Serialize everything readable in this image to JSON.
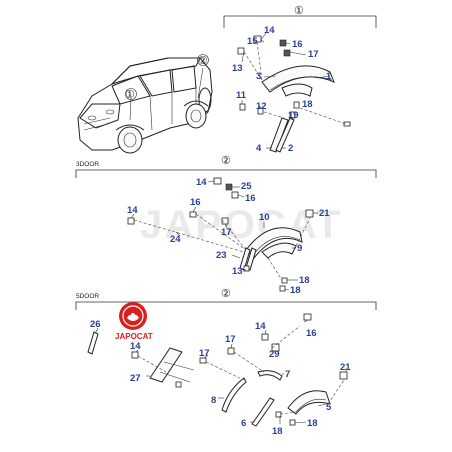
{
  "watermark": "JAPOCAT",
  "logo": {
    "text": "JAPOCAT",
    "color": "#d9201e"
  },
  "colors": {
    "callout": "#2b3f97",
    "line": "#222222"
  },
  "sections": [
    {
      "label": "",
      "ref": "①"
    },
    {
      "label": "3DOOR",
      "ref": "②"
    },
    {
      "label": "5DOOR",
      "ref": "②"
    }
  ],
  "vehicle_refs": [
    "①",
    "②"
  ],
  "callouts": {
    "s1": [
      "14",
      "15",
      "16",
      "17",
      "13",
      "3",
      "1",
      "11",
      "12",
      "18",
      "19",
      "4",
      "2"
    ],
    "s2": [
      "14",
      "25",
      "16",
      "14",
      "16",
      "21",
      "17",
      "24",
      "10",
      "9",
      "23",
      "13",
      "18",
      "18"
    ],
    "s3": [
      "26",
      "14",
      "17",
      "17",
      "14",
      "16",
      "29",
      "27",
      "8",
      "7",
      "6",
      "18",
      "21",
      "5",
      "18"
    ]
  }
}
